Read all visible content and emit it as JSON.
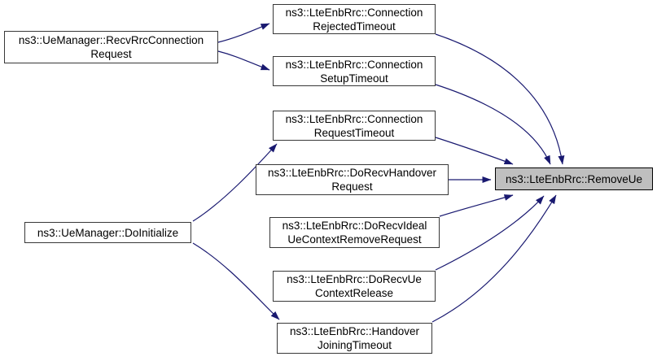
{
  "diagram": {
    "type": "doxygen-call-graph",
    "description": "Callers graph for ns3::LteEnbRrc::RemoveUe",
    "nodes": [
      {
        "id": "recv_rrc",
        "lines": [
          "ns3::UeManager::RecvRrcConnection",
          "Request"
        ],
        "highlighted": false
      },
      {
        "id": "do_init",
        "lines": [
          "ns3::UeManager::DoInitialize"
        ],
        "highlighted": false
      },
      {
        "id": "conn_rejected",
        "lines": [
          "ns3::LteEnbRrc::Connection",
          "RejectedTimeout"
        ],
        "highlighted": false
      },
      {
        "id": "conn_setup",
        "lines": [
          "ns3::LteEnbRrc::Connection",
          "SetupTimeout"
        ],
        "highlighted": false
      },
      {
        "id": "conn_request",
        "lines": [
          "ns3::LteEnbRrc::Connection",
          "RequestTimeout"
        ],
        "highlighted": false
      },
      {
        "id": "do_recv_handover",
        "lines": [
          "ns3::LteEnbRrc::DoRecvHandover",
          "Request"
        ],
        "highlighted": false
      },
      {
        "id": "do_recv_ideal",
        "lines": [
          "ns3::LteEnbRrc::DoRecvIdeal",
          "UeContextRemoveRequest"
        ],
        "highlighted": false
      },
      {
        "id": "do_recv_ue",
        "lines": [
          "ns3::LteEnbRrc::DoRecvUe",
          "ContextRelease"
        ],
        "highlighted": false
      },
      {
        "id": "handover_joining",
        "lines": [
          "ns3::LteEnbRrc::Handover",
          "JoiningTimeout"
        ],
        "highlighted": false
      },
      {
        "id": "remove_ue",
        "lines": [
          "ns3::LteEnbRrc::RemoveUe"
        ],
        "highlighted": true
      }
    ],
    "edges": [
      {
        "from": "recv_rrc",
        "to": "conn_rejected"
      },
      {
        "from": "recv_rrc",
        "to": "conn_setup"
      },
      {
        "from": "do_init",
        "to": "conn_request"
      },
      {
        "from": "do_init",
        "to": "handover_joining"
      },
      {
        "from": "conn_rejected",
        "to": "remove_ue"
      },
      {
        "from": "conn_setup",
        "to": "remove_ue"
      },
      {
        "from": "conn_request",
        "to": "remove_ue"
      },
      {
        "from": "do_recv_handover",
        "to": "remove_ue"
      },
      {
        "from": "do_recv_ideal",
        "to": "remove_ue"
      },
      {
        "from": "do_recv_ue",
        "to": "remove_ue"
      },
      {
        "from": "handover_joining",
        "to": "remove_ue"
      }
    ],
    "colors": {
      "edge": "#191970",
      "node_fill": "#ffffff",
      "node_border": "#383838",
      "highlight_fill": "#bfbfbf",
      "highlight_border": "#000000",
      "text": "#000000",
      "background": "#ffffff"
    }
  }
}
